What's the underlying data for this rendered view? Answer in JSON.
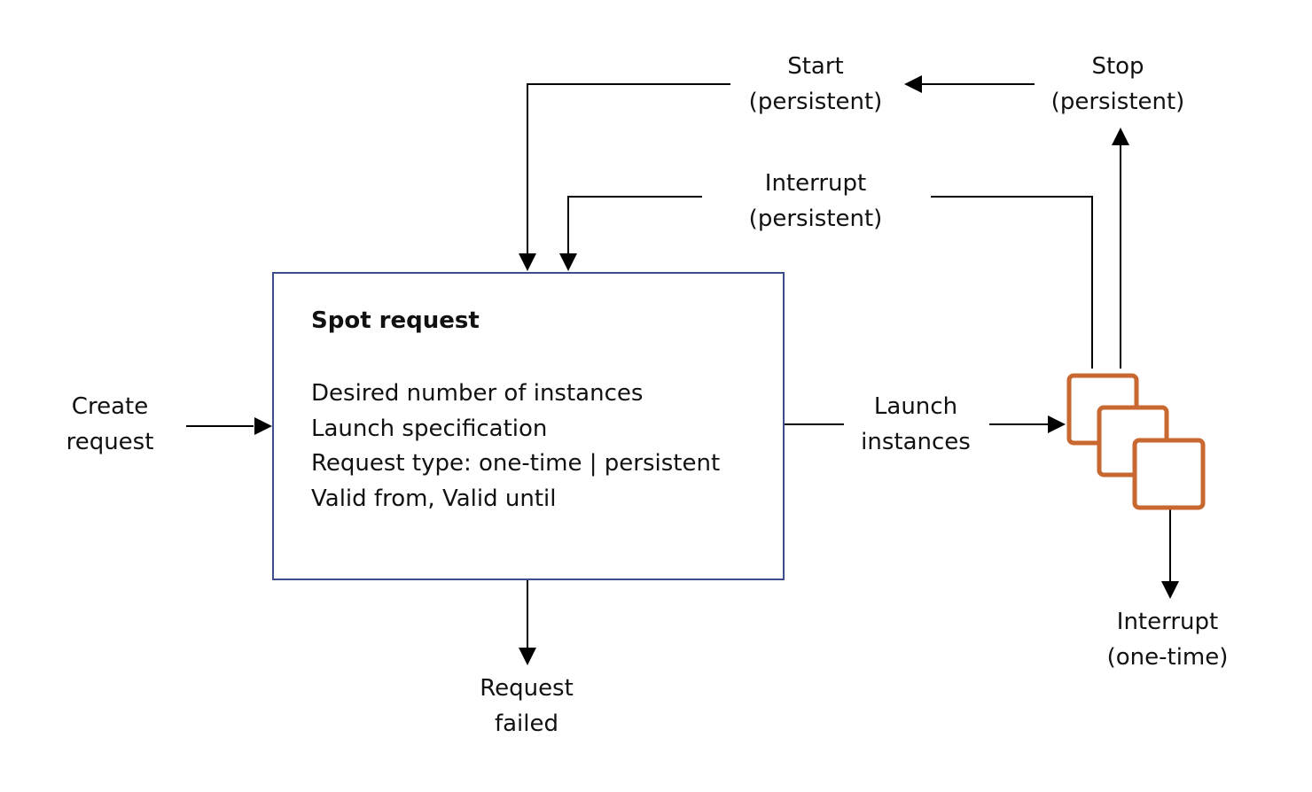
{
  "colors": {
    "box_border": "#3b4f8f",
    "instance_icon": "#c8672f",
    "arrow": "#000000"
  },
  "icons": {
    "instances": "stacked-instances-icon"
  },
  "spot_request": {
    "title": "Spot request",
    "details": [
      "Desired number of instances",
      "Launch specification",
      "Request type: one-time | persistent",
      "Valid from, Valid until"
    ]
  },
  "labels": {
    "create_request": [
      "Create",
      "request"
    ],
    "launch_instances": [
      "Launch",
      "instances"
    ],
    "request_failed": [
      "Request",
      "failed"
    ],
    "start_persistent": [
      "Start",
      "(persistent)"
    ],
    "stop_persistent": [
      "Stop",
      "(persistent)"
    ],
    "interrupt_persistent": [
      "Interrupt",
      "(persistent)"
    ],
    "interrupt_one_time": [
      "Interrupt",
      "(one-time)"
    ]
  }
}
